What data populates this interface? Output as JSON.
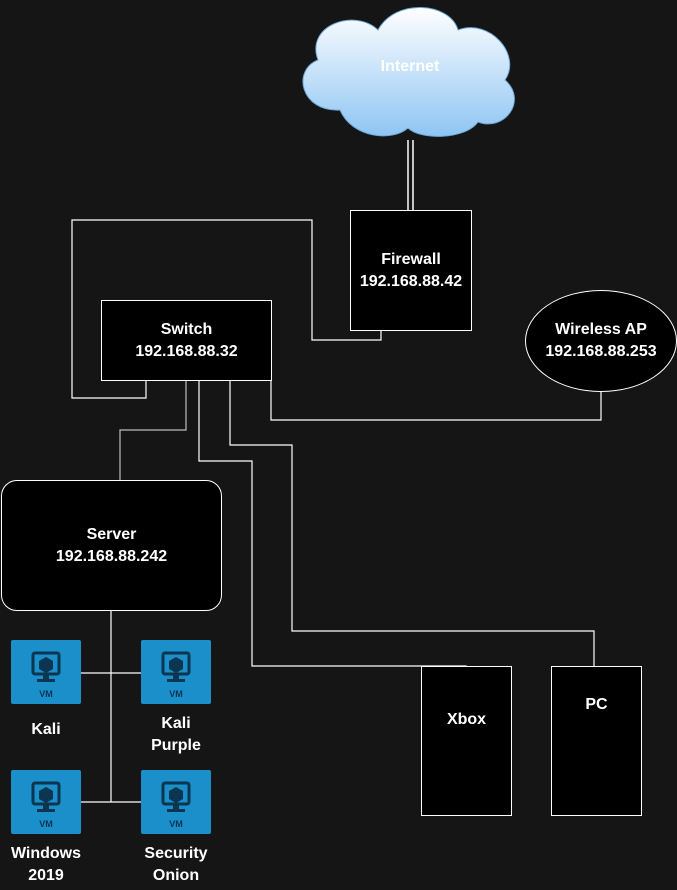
{
  "colors": {
    "background": "#151515",
    "node_fill": "#000000",
    "node_stroke": "#ffffff",
    "wire": "#ffffff",
    "server_wire": "#cfcfcf",
    "vm_tile": "#1b8fc9",
    "cloud_fill_top": "#ffffff",
    "cloud_fill_bottom": "#8ec5f3"
  },
  "internet": {
    "label": "Internet"
  },
  "firewall": {
    "name": "Firewall",
    "ip": "192.168.88.42"
  },
  "switch": {
    "name": "Switch",
    "ip": "192.168.88.32"
  },
  "wireless_ap": {
    "name": "Wireless AP",
    "ip": "192.168.88.253"
  },
  "server": {
    "name": "Server",
    "ip": "192.168.88.242"
  },
  "xbox": {
    "label": "Xbox"
  },
  "pc": {
    "label": "PC"
  },
  "vms": [
    {
      "label": "Kali",
      "tag": "VM",
      "icon": "vm-monitor-icon"
    },
    {
      "label": "Kali\nPurple",
      "tag": "VM",
      "icon": "vm-monitor-icon"
    },
    {
      "label": "Windows\n2019",
      "tag": "VM",
      "icon": "vm-monitor-icon"
    },
    {
      "label": "Security\nOnion",
      "tag": "VM",
      "icon": "vm-monitor-icon"
    }
  ]
}
